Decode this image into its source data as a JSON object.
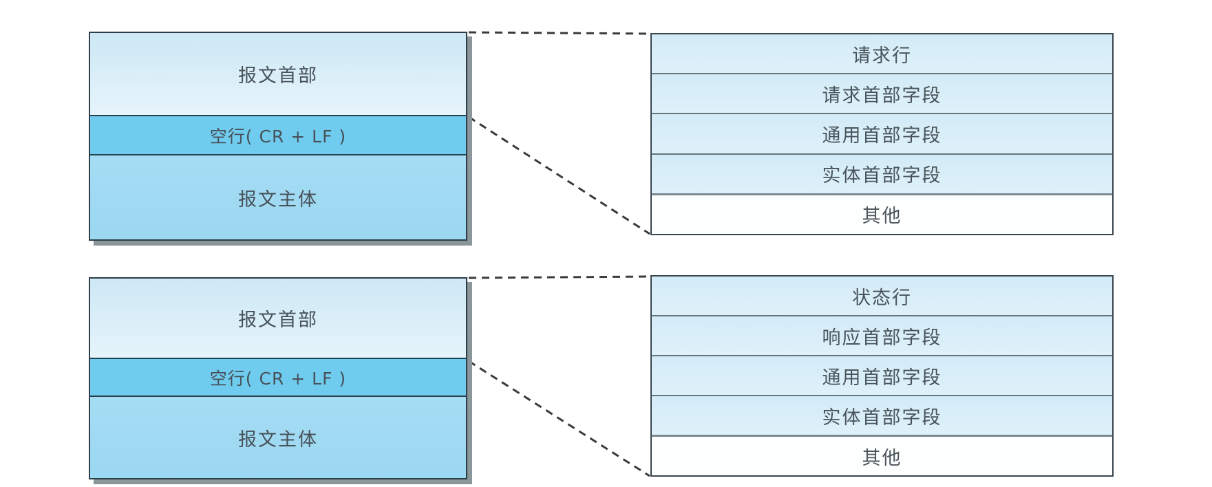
{
  "diagram": {
    "title_semantic": "HTTP request and response message structure",
    "request": {
      "message_box": {
        "header": "报文首部",
        "blank_line": "空行( CR + LF )",
        "body": "报文主体"
      },
      "detail_rows": [
        "请求行",
        "请求首部字段",
        "通用首部字段",
        "实体首部字段",
        "其他"
      ]
    },
    "response": {
      "message_box": {
        "header": "报文首部",
        "blank_line": "空行( CR + LF )",
        "body": "报文主体"
      },
      "detail_rows": [
        "状态行",
        "响应首部字段",
        "通用首部字段",
        "实体首部字段",
        "其他"
      ]
    },
    "colors": {
      "header_fill": "#d6ecf8",
      "blank_line_fill": "#70ccee",
      "body_fill": "#9ed9f2",
      "detail_row_fill": "#d8edf8",
      "other_row_fill": "#fdfefe",
      "box_border": "#2e3d46",
      "shadow": "#8b969b",
      "dash_line": "#3b3b3b",
      "text": "#475159"
    }
  }
}
